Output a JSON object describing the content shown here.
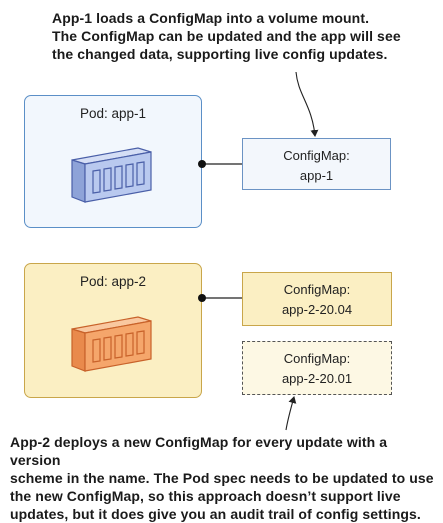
{
  "notes": {
    "top": "App-1 loads a ConfigMap into a volume mount.\nThe ConfigMap can be updated and the app will see\nthe changed data, supporting live config updates.",
    "bottom": "App-2 deploys a new ConfigMap for every update with a version\nscheme in the name. The Pod spec needs to be updated to use\nthe new ConfigMap, so this approach doesn’t support live\nupdates, but it does give you an audit trail of config settings."
  },
  "pods": [
    {
      "label": "Pod: app-1"
    },
    {
      "label": "Pod: app-2"
    }
  ],
  "configmaps": [
    {
      "title": "ConfigMap:",
      "name": "app-1"
    },
    {
      "title": "ConfigMap:",
      "name": "app-2-20.04"
    },
    {
      "title": "ConfigMap:",
      "name": "app-2-20.01"
    }
  ],
  "colors": {
    "pod1_fill": "#f2f7fd",
    "pod1_border": "#5b8fc7",
    "pod2_fill": "#fbefc3",
    "pod2_border": "#c9a64a",
    "container1": "#b9c9ef",
    "container1_stroke": "#4a5fa8",
    "container2": "#f5a66b",
    "container2_stroke": "#c8622a"
  }
}
